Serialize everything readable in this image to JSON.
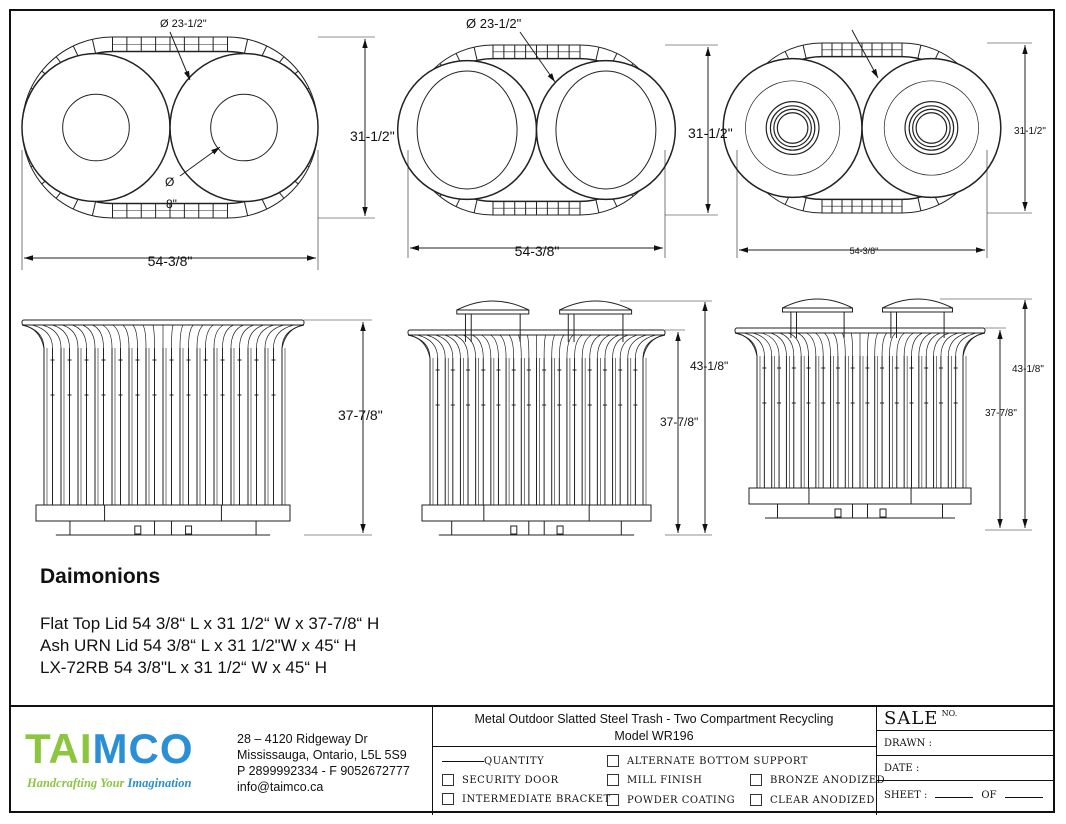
{
  "drawing": {
    "plan_views": [
      {
        "diameter": "Ø 23-1/2\"",
        "width": "54-3/8\"",
        "depth": "31-1/2\"",
        "inner_diameter_symbol": "Ø",
        "inner_diameter": "8\""
      },
      {
        "diameter": "Ø 23-1/2\"",
        "width": "54-3/8\"",
        "depth": "31-1/2\""
      },
      {
        "width": "54-3/8\"",
        "depth": "31-1/2\""
      }
    ],
    "elevations": [
      {
        "height": "37-7/8\""
      },
      {
        "height": "37-7/8\"",
        "overall_height": "43-1/8\""
      },
      {
        "height": "37-7/8\"",
        "overall_height": "43-1/8\""
      }
    ]
  },
  "product": {
    "heading": "Daimonions",
    "specs": [
      "Flat Top Lid 54 3/8“ L x 31 1/2“ W x 37-7/8“ H",
      "Ash URN Lid 54 3/8“ L x 31 1/2\"W x 45“ H",
      "LX-72RB 54 3/8\"L x 31 1/2“ W x 45“ H"
    ]
  },
  "company": {
    "logo_text": "TAIMCO",
    "tagline": [
      "Handcrafting",
      "Your",
      "Imagination"
    ],
    "address": [
      "28 – 4120 Ridgeway Dr",
      "Mississauga, Ontario, L5L 5S9",
      "P 2899992334 - F 9052672777",
      "info@taimco.ca"
    ],
    "colors": {
      "green": "#8cc63f",
      "blue": "#2a8fd4"
    }
  },
  "title_block": {
    "title": "Metal Outdoor Slatted Steel Trash - Two Compartment Recycling",
    "model": "Model WR196",
    "quantity_label": "QUANTITY",
    "options": {
      "alternate_bottom_support": "ALTERNATE BOTTOM SUPPORT",
      "security_door": "SECURITY DOOR",
      "mill_finish": "MILL FINISH",
      "bronze_anodized": "BRONZE ANODIZED",
      "intermediate_bracket": "INTERMEDIATE BRACKET",
      "powder_coating": "POWDER COATING",
      "clear_anodized": "CLEAR ANODIZED"
    },
    "sale": "SALE",
    "sale_no": "NO.",
    "drawn": "DRAWN :",
    "date": "DATE :",
    "sheet": "SHEET :",
    "of": "OF"
  }
}
